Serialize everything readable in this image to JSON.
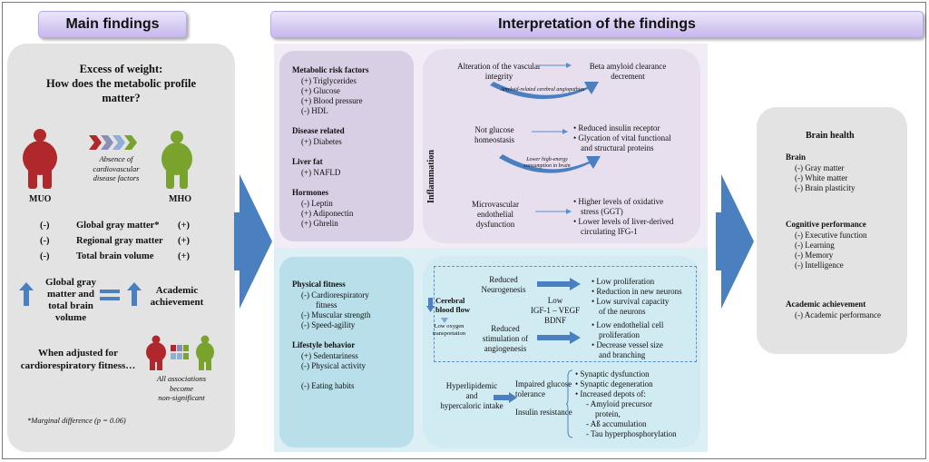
{
  "headers": {
    "main_findings": "Main findings",
    "interpretation": "Interpretation of the findings"
  },
  "left": {
    "question_line1": "Excess of weight:",
    "question_line2": "How does the metabolic profile",
    "question_line3": "matter?",
    "muo_label": "MUO",
    "mho_label": "MHO",
    "absence_text": [
      "Absence of",
      "cardiovascular",
      "disease factors"
    ],
    "rows": [
      {
        "left": "(-)",
        "label": "Global gray matter*",
        "right": "(+)"
      },
      {
        "left": "(-)",
        "label": "Regional gray matter",
        "right": "(+)"
      },
      {
        "left": "(-)",
        "label": "Total brain volume",
        "right": "(+)"
      }
    ],
    "gray_matter_text": [
      "Global gray",
      "matter and",
      "total brain",
      "volume"
    ],
    "academic_text": [
      "Academic",
      "achievement"
    ],
    "adjusted_text": [
      "When adjusted for",
      "cardiorespiratory fitness…"
    ],
    "nonsig_text": [
      "All associations",
      "become",
      "non-significant"
    ],
    "footnote": "*Marginal difference (p = 0.06)"
  },
  "metabolic": {
    "title": "Metabolic risk factors",
    "items": [
      "(+) Triglycerides",
      "(+) Glucose",
      "(+) Blood pressure",
      "(-)  HDL"
    ],
    "disease_title": "Disease related",
    "disease_items": [
      "(+) Diabetes"
    ],
    "liver_title": "Liver fat",
    "liver_items": [
      "(+) NAFLD"
    ],
    "hormones_title": "Hormones",
    "hormones_items": [
      "(-)  Leptin",
      "(+) Adiponectin",
      "(+) Ghrelin"
    ]
  },
  "inflammation": {
    "label": "Inflammation",
    "vascular": [
      "Alteration of the vascular",
      "integrity"
    ],
    "beta": [
      "Beta amyloid clearance",
      "decrement"
    ],
    "amyloid_note": "Amyloid-related cerebral angiopathies",
    "glucose": [
      "Not glucose",
      "homeostasis"
    ],
    "insulin_bullets": [
      [
        "Reduced insulin receptor"
      ],
      [
        "Glycation of vital functional",
        "and structural proteins"
      ]
    ],
    "energy_note": [
      "Lower high-energy",
      "consumption in brain"
    ],
    "micro": [
      "Microvascular",
      "endothelial",
      "dysfunction"
    ],
    "micro_bullets": [
      [
        "Higher levels of oxidative",
        "stress (GGT)"
      ],
      [
        "Lower levels of liver-derived",
        "circulating IFG-1"
      ]
    ]
  },
  "fitness": {
    "title": "Physical fitness",
    "items": [
      "(-) Cardiorespiratory",
      "fitness",
      "(-) Muscular strength",
      "(-) Speed-agility"
    ],
    "lifestyle_title": "Lifestyle behavior",
    "lifestyle_items": [
      "(+) Sedentariness",
      "(-)  Physical activity",
      "",
      "(-)  Eating habits"
    ]
  },
  "cerebral": {
    "title": [
      "Cerebral",
      "blood flow"
    ],
    "low_oxygen": [
      "Low oxygen",
      "transportation"
    ],
    "neuro": [
      "Reduced",
      "Neurogenesis"
    ],
    "factors": [
      "Low",
      "IGF-1 – VEGF",
      "BDNF"
    ],
    "angio": [
      "Reduced",
      "stimulation of",
      "angiogenesis"
    ],
    "neuro_bullets": [
      [
        "Low proliferation"
      ],
      [
        "Reduction in new neurons"
      ],
      [
        "Low survival capacity",
        "of the neurons"
      ]
    ],
    "angio_bullets": [
      [
        "Low endothelial cell",
        "proliferation"
      ],
      [
        "Decrease vessel size",
        "and branching"
      ]
    ],
    "hyper": [
      "Hyperlipidemic",
      "and",
      "hypercaloric intake"
    ],
    "impaired": [
      "Impaired glucose",
      "tolerance"
    ],
    "insulin_res": "Insulin resistance",
    "synaptic_bullets": [
      [
        "Synaptic dysfunction"
      ],
      [
        "Synaptic degeneration"
      ],
      [
        "Increased depots of:"
      ]
    ],
    "depots": [
      "- Amyloid precursor",
      "protein,",
      "- Aß accumulation",
      "- Tau hyperphosphorylation"
    ]
  },
  "brain": {
    "title": "Brain health",
    "brain_title": "Brain",
    "brain_items": [
      "(-) Gray matter",
      "(-) White matter",
      "(-) Brain plasticity"
    ],
    "cog_title": "Cognitive performance",
    "cog_items": [
      "(-) Executive function",
      "(-) Learning",
      "(-) Memory",
      "(-) Intelligence"
    ],
    "acad_title": "Academic achievement",
    "acad_items": [
      "(-) Academic performance"
    ]
  },
  "colors": {
    "muo": "#b0282b",
    "mho": "#7aa32e",
    "arrow_blue": "#4a7fc0",
    "header_purple": "#c6b7ee",
    "lavender_box": "#d9cfe4",
    "cyan_box": "#b8dfea"
  }
}
